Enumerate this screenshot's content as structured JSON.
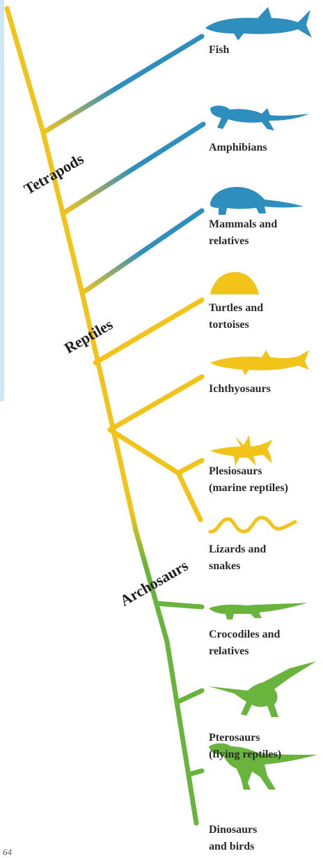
{
  "colors": {
    "fish_line": "#2e8fbf",
    "reptile_line": "#f2c319",
    "archosaur_line": "#69b43c"
  },
  "groups": [
    {
      "id": "fish",
      "label": "Fish",
      "icon": "shark-silhouette-icon"
    },
    {
      "id": "amphibians",
      "label": "Amphibians",
      "icon": "amphibian-silhouette-icon"
    },
    {
      "id": "mammals",
      "label": "Mammals and\nrelatives",
      "icon": "mammal-relative-silhouette-icon"
    },
    {
      "id": "turtles",
      "label": "Turtles and\ntortoises",
      "icon": "turtle-shell-silhouette-icon"
    },
    {
      "id": "ichthyosaurs",
      "label": "Ichthyosaurs",
      "icon": "ichthyosaur-silhouette-icon"
    },
    {
      "id": "plesiosaurs",
      "label": "Plesiosaurs\n(marine reptiles)",
      "icon": "plesiosaur-silhouette-icon"
    },
    {
      "id": "lizards",
      "label": "Lizards and\nsnakes",
      "icon": "snake-silhouette-icon"
    },
    {
      "id": "crocodiles",
      "label": "Crocodiles and\nrelatives",
      "icon": "crocodile-silhouette-icon"
    },
    {
      "id": "pterosaurs",
      "label": "Pterosaurs\n(flying reptiles)",
      "icon": "pterosaur-silhouette-icon"
    },
    {
      "id": "dinosaurs",
      "label": "Dinosaurs\nand birds",
      "icon": "dinosaur-silhouette-icon"
    }
  ],
  "clades": {
    "tetrapods": "Tetrapods",
    "reptiles": "Reptiles",
    "archosaurs": "Archosaurs"
  },
  "page_number": "64"
}
